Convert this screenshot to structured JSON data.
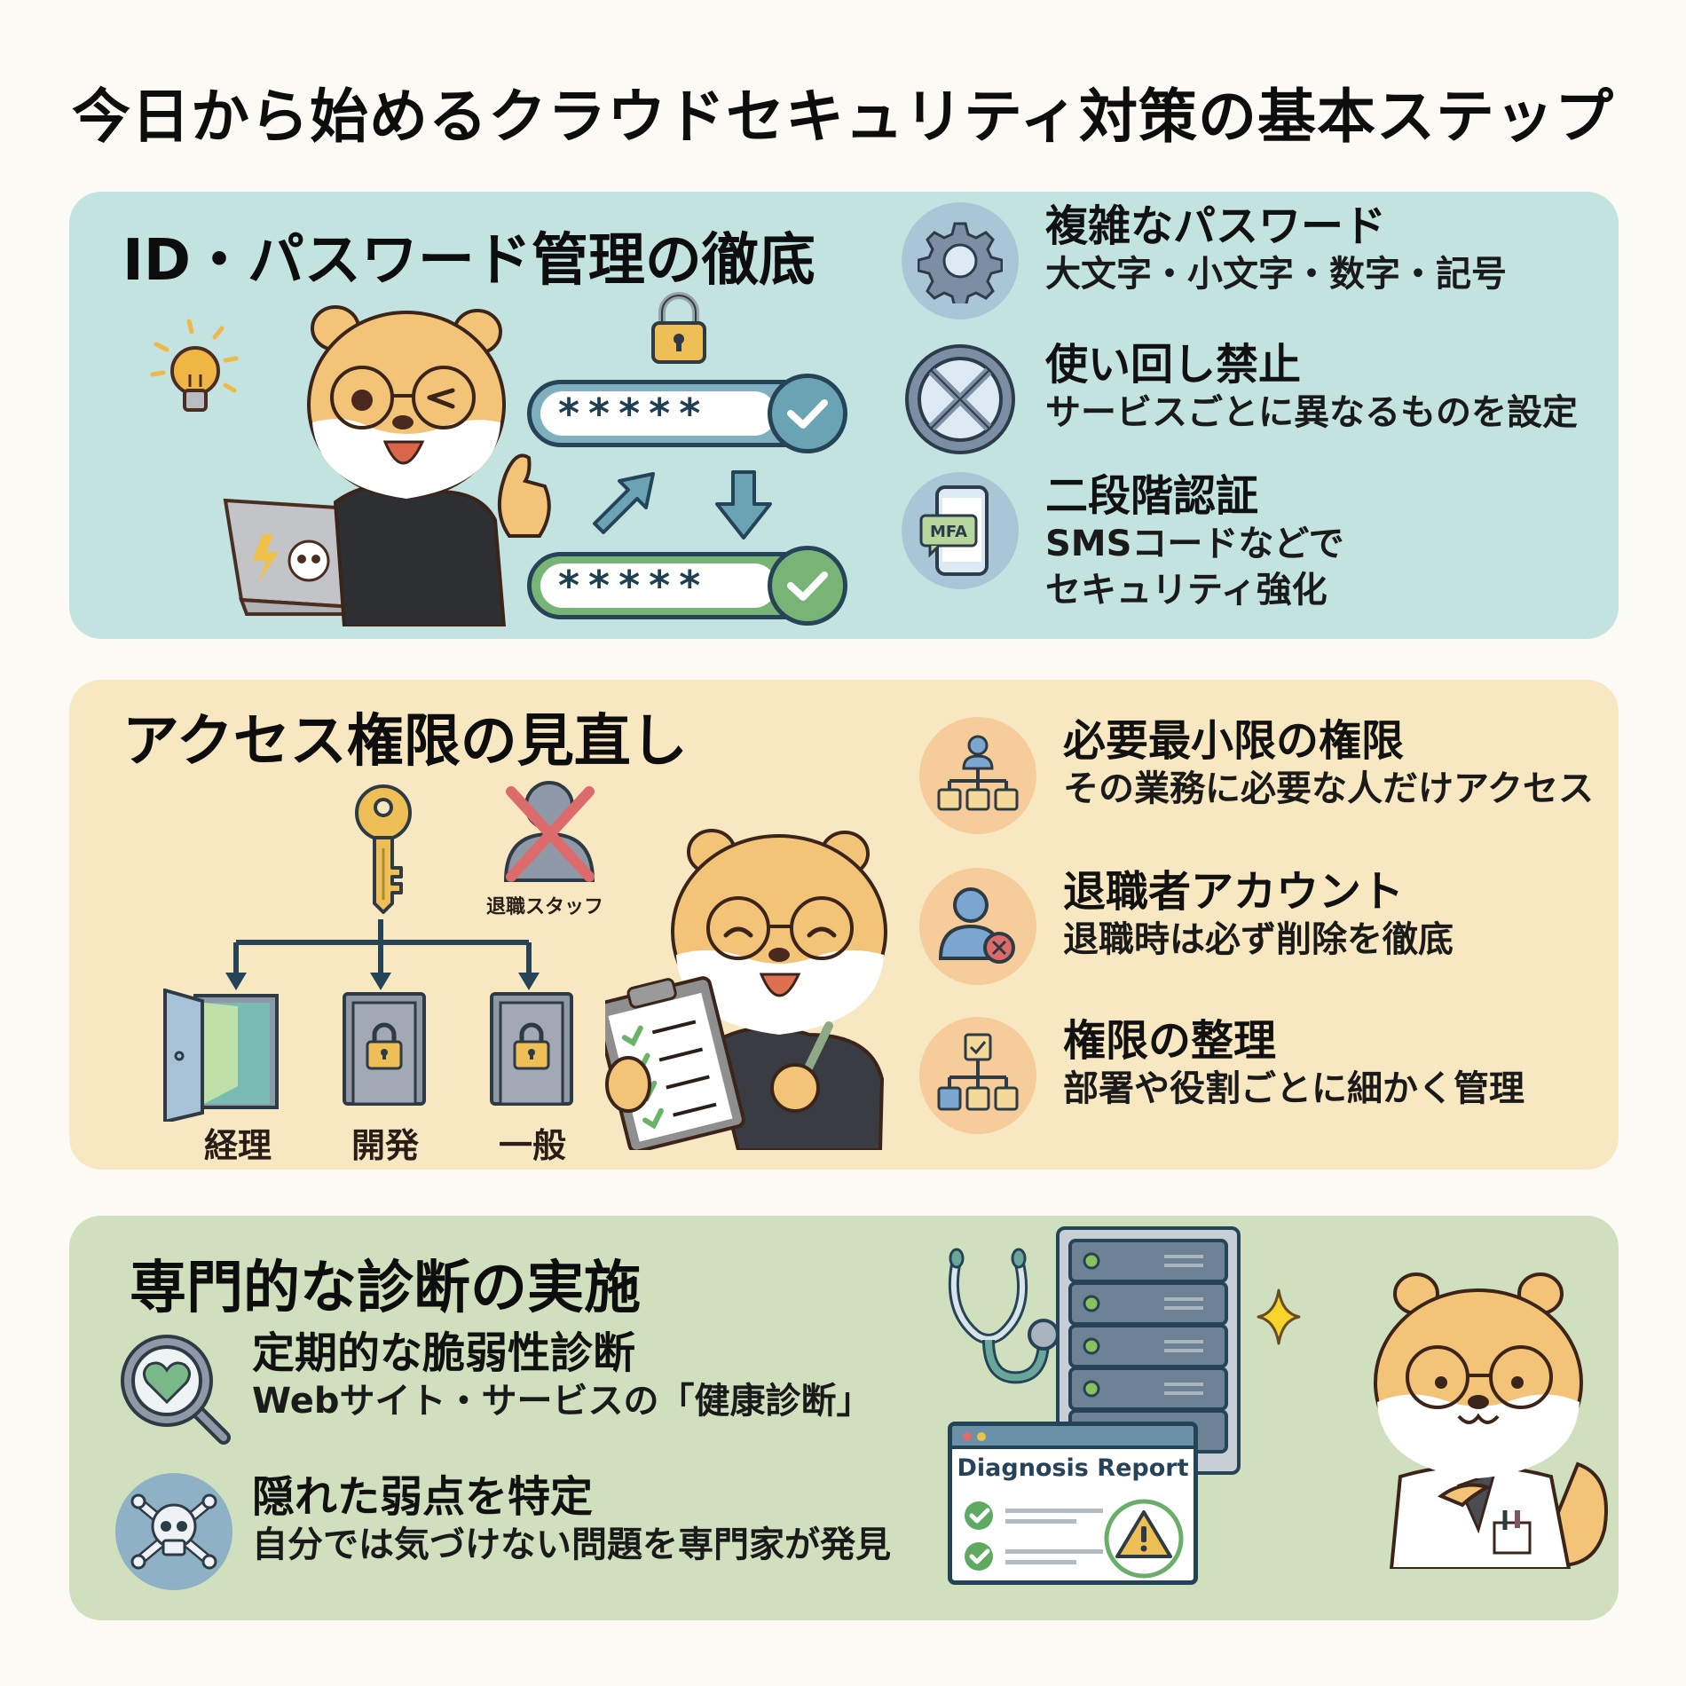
{
  "title": "今日から始めるクラウドセキュリティ対策の基本ステップ",
  "colors": {
    "page_bg": "#fbfaf5",
    "panel_1_bg": "#c3e3e0",
    "panel_2_bg": "#f8e8c2",
    "panel_3_bg": "#d0dfbd",
    "dark_outline": "#254457",
    "lock_gold": "#efbf57",
    "check_teal": "#6aa3b4",
    "check_green": "#79b477",
    "alert_red": "#e07070"
  },
  "sections": [
    {
      "heading": "ID・パスワード管理の徹底",
      "illustration": {
        "mascot": "otter-wink-thumbs-up-icon",
        "props": [
          "lightbulb-icon",
          "laptop-icon",
          "skull-sticker-icon",
          "lightning-sticker-icon",
          "padlock-icon"
        ],
        "password_fields": [
          {
            "value": "*****",
            "status": "check-teal"
          },
          {
            "value": "*****",
            "status": "check-green"
          }
        ],
        "arrows": [
          "arrow-up-right-icon",
          "arrow-down-icon"
        ]
      },
      "items": [
        {
          "icon": "gear-icon",
          "title": "複雑なパスワード",
          "desc": [
            "大文字・小文字・数字・記号"
          ]
        },
        {
          "icon": "prohibited-x-icon",
          "title": "使い回し禁止",
          "desc": [
            "サービスごとに異なるものを設定"
          ]
        },
        {
          "icon": "smartphone-mfa-icon",
          "icon_text": "MFA",
          "title": "二段階認証",
          "desc": [
            "SMSコードなどで",
            "セキュリティ強化"
          ]
        }
      ]
    },
    {
      "heading": "アクセス権限の見直し",
      "illustration": {
        "key": "key-icon",
        "retired_staff_label": "退職スタッフ",
        "departments": [
          {
            "label": "経理",
            "state": "open-door"
          },
          {
            "label": "開発",
            "state": "locked-door"
          },
          {
            "label": "一般",
            "state": "locked-door"
          }
        ],
        "mascot": "otter-clipboard-icon"
      },
      "items": [
        {
          "icon": "org-chart-user-icon",
          "title": "必要最小限の権限",
          "desc": [
            "その業務に必要な人だけアクセス"
          ]
        },
        {
          "icon": "user-remove-icon",
          "title": "退職者アカウント",
          "desc": [
            "退職時は必ず削除を徹底"
          ]
        },
        {
          "icon": "org-chart-check-icon",
          "title": "権限の整理",
          "desc": [
            "部署や役割ごとに細かく管理"
          ]
        }
      ]
    },
    {
      "heading": "専門的な診断の実施",
      "illustration": {
        "props": [
          "stethoscope-icon",
          "server-rack-icon",
          "sparkle-icon"
        ],
        "report_title": "Diagnosis Report",
        "report_items": [
          "check-icon",
          "check-icon"
        ],
        "report_alert": "warning-icon",
        "mascot": "otter-doctor-icon"
      },
      "items": [
        {
          "icon": "magnifier-heart-icon",
          "title": "定期的な脆弱性診断",
          "desc": [
            "Webサイト・サービスの「健康診断」"
          ]
        },
        {
          "icon": "skull-crossbones-icon",
          "title": "隠れた弱点を特定",
          "desc": [
            "自分では気づけない問題を専門家が発見"
          ]
        }
      ]
    }
  ]
}
